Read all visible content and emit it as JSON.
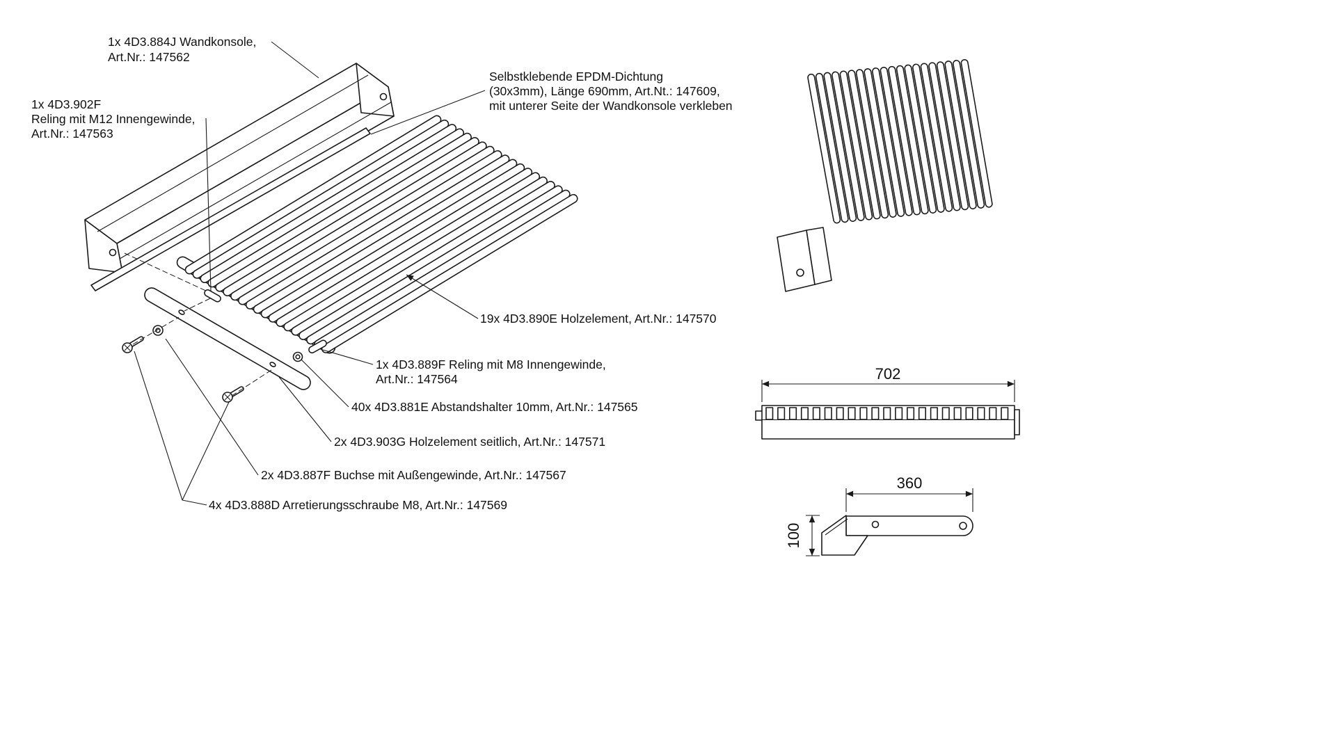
{
  "meta": {
    "type": "technical-assembly-drawing",
    "language": "de"
  },
  "colors": {
    "line": "#1a1a1a",
    "background": "#ffffff",
    "text": "#111111"
  },
  "callouts": {
    "wandkonsole": {
      "line1": "1x 4D3.884J Wandkonsole,",
      "line2": "Art.Nr.: 147562"
    },
    "reling_m12": {
      "line1": "1x 4D3.902F",
      "line2": "Reling mit M12 Innengewinde,",
      "line3": "Art.Nr.: 147563"
    },
    "epdm_dichtung": {
      "line1": "Selbstklebende EPDM-Dichtung",
      "line2": "(30x3mm), Länge 690mm, Art.Nt.: 147609,",
      "line3": "mit unterer Seite der Wandkonsole verkleben"
    },
    "holzelement": {
      "line1": "19x 4D3.890E Holzelement, Art.Nr.: 147570"
    },
    "reling_m8": {
      "line1": "1x 4D3.889F Reling mit M8 Innengewinde,",
      "line2": "Art.Nr.: 147564"
    },
    "abstandshalter": {
      "line1": "40x 4D3.881E Abstandshalter 10mm, Art.Nr.: 147565"
    },
    "holzelement_seitlich": {
      "line1": "2x 4D3.903G Holzelement seitlich, Art.Nr.: 147571"
    },
    "buchse": {
      "line1": "2x 4D3.887F Buchse mit Außengewinde, Art.Nr.: 147567"
    },
    "arretierungsschraube": {
      "line1": "4x 4D3.888D Arretierungsschraube M8, Art.Nr.: 147569"
    }
  },
  "dimensions": {
    "overall_width": "702",
    "bracket_length": "360",
    "bracket_height": "100"
  },
  "views": {
    "slat_count": 19
  }
}
